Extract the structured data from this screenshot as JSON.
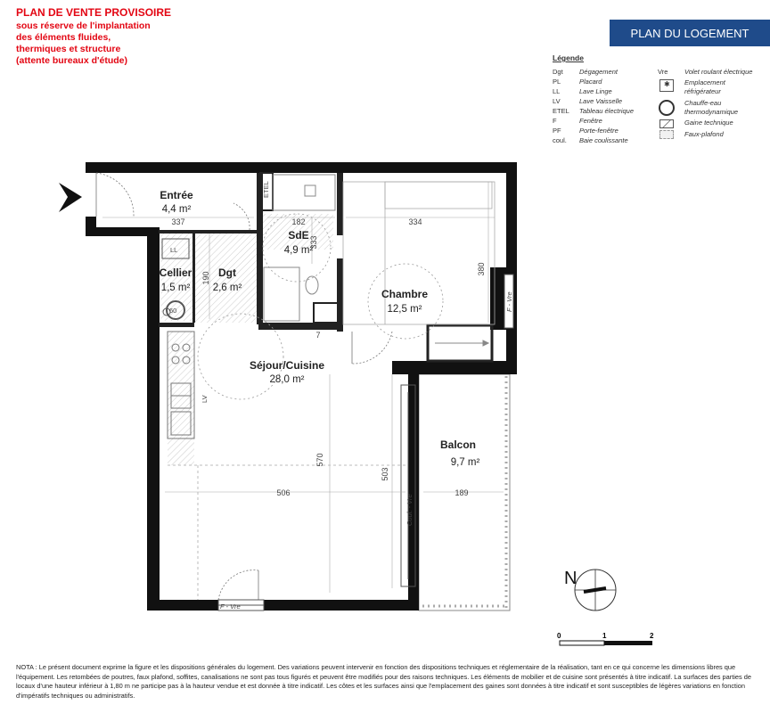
{
  "header": {
    "warning_title": "PLAN DE VENTE PROVISOIRE",
    "warning_lines": [
      "sous réserve de l'implantation",
      "des éléments fluides,",
      "thermiques et structure",
      "(attente bureaux d'étude)"
    ],
    "banner": "PLAN DU LOGEMENT"
  },
  "legend": {
    "title": "Légende",
    "left": [
      {
        "code": "Dgt",
        "label": "Dégagement"
      },
      {
        "code": "PL",
        "label": "Placard"
      },
      {
        "code": "LL",
        "label": "Lave Linge"
      },
      {
        "code": "LV",
        "label": "Lave Vaisselle"
      },
      {
        "code": "ETEL",
        "label": "Tableau électrique"
      },
      {
        "code": "F",
        "label": "Fenêtre"
      },
      {
        "code": "PF",
        "label": "Porte-fenêtre"
      },
      {
        "code": "coul.",
        "label": "Baie coulissante"
      }
    ],
    "vre": {
      "code": "Vre",
      "label": "Volet roulant électrique"
    },
    "fridge": [
      "Emplacement",
      "réfrigérateur"
    ],
    "heater": [
      "Chauffe-eau",
      "thermodynamique"
    ],
    "gaine": "Gaine technique",
    "faux": "Faux-plafond"
  },
  "rooms": [
    {
      "name": "Entrée",
      "area": "4,4 m²"
    },
    {
      "name": "SdE",
      "area": "4,9 m²"
    },
    {
      "name": "Cellier",
      "area": "1,5 m²"
    },
    {
      "name": "Dgt",
      "area": "2,6 m²"
    },
    {
      "name": "Chambre",
      "area": "12,5 m²"
    },
    {
      "name": "Séjour/Cuisine",
      "area": "28,0 m²"
    },
    {
      "name": "Balcon",
      "area": "9,7 m²"
    }
  ],
  "dimensions": {
    "entree_w": "337",
    "sde_w": "182",
    "sde_h": "333",
    "dgt_h": "190",
    "chambre_w": "334",
    "chambre_h": "380",
    "sejour_h": "570",
    "sejour_w": "506",
    "door_h": "503",
    "balcon_w": "189",
    "wall_7": "7"
  },
  "labels": {
    "ll": "LL",
    "lv": "LV",
    "etel": "ETEL",
    "sixty": "60",
    "vre_bottom": "F - Vre",
    "vre_right": "F - Vre",
    "coul": "Coul. - Vre"
  },
  "compass": {
    "letter": "N"
  },
  "scale": {
    "ticks": [
      "0",
      "1",
      "2"
    ]
  },
  "note": "NOTA : Le présent document exprime la figure et les dispositions générales du logement. Des variations peuvent intervenir en fonction des dispositions techniques et réglementaire de la réalisation, tant en ce qui concerne les dimensions libres que l'équipement. Les retombées de poutres, faux plafond, soffites, canalisations ne sont pas tous figurés et peuvent être modifiés pour des raisons techniques. Les éléments de mobilier et de cuisine sont présentés à titre indicatif. La surfaces des parties de locaux d'une hauteur inférieur à 1,80 m ne participe pas à la hauteur vendue et est donnée à titre indicatif. Les côtes et les surfaces ainsi que l'emplacement des gaines sont données à titre indicatif et sont susceptibles de légères variations en fonction d'impératifs techniques ou administratifs.",
  "colors": {
    "warning": "#e30613",
    "banner": "#1f4b8a",
    "wall": "#111111"
  }
}
